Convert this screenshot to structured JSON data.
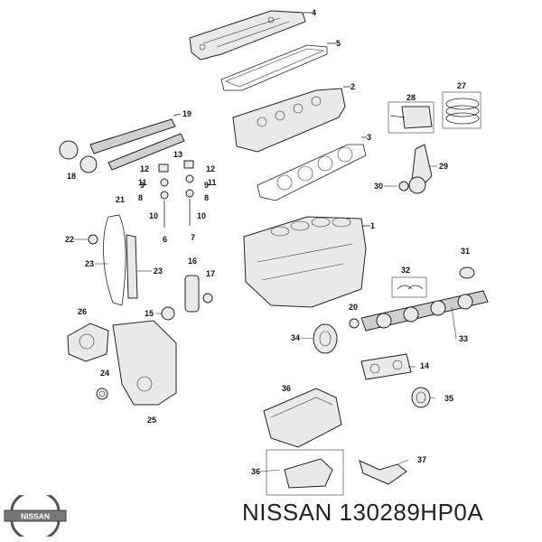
{
  "brand": {
    "logo_text": "NISSAN"
  },
  "caption": {
    "brand": "NISSAN",
    "part_number": "130289HP0A"
  },
  "callouts": [
    "1",
    "2",
    "3",
    "4",
    "5",
    "6",
    "7",
    "8",
    "9",
    "10",
    "11",
    "12",
    "13",
    "14",
    "15",
    "16",
    "17",
    "18",
    "19",
    "20",
    "21",
    "22",
    "23",
    "24",
    "25",
    "26",
    "27",
    "28",
    "29",
    "30",
    "31",
    "32",
    "33",
    "34",
    "35",
    "36",
    "37"
  ],
  "colors": {
    "line": "#222222",
    "part_fill": "#e9e9e9",
    "background": "#ffffff"
  }
}
